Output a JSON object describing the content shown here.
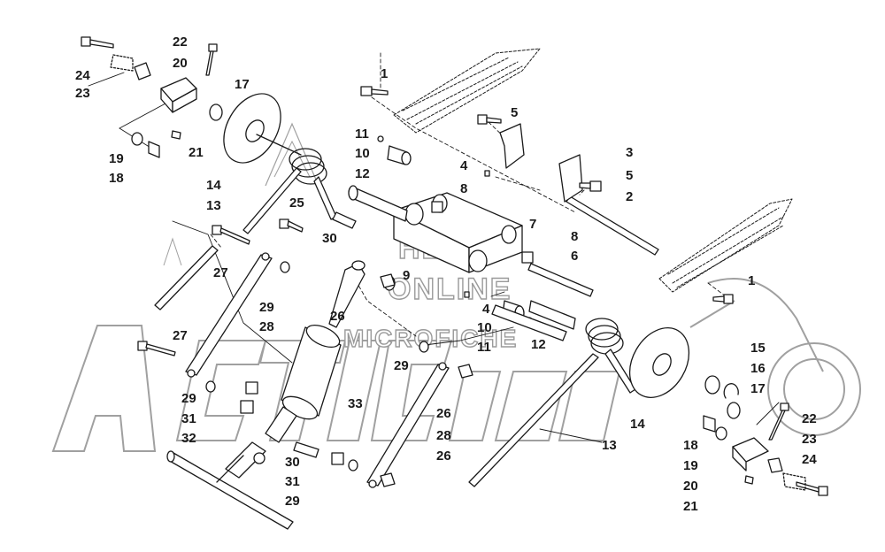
{
  "watermark": {
    "brand_logo": "ArcticCat",
    "line1": "HLSM",
    "line2": "ONLINE",
    "line3": "MICROFICHE"
  },
  "callouts": {
    "c1a": "1",
    "c1b": "1",
    "c2": "2",
    "c3": "3",
    "c4a": "4",
    "c4b": "4",
    "c5a": "5",
    "c5b": "5",
    "c6": "6",
    "c7": "7",
    "c8a": "8",
    "c8b": "8",
    "c9": "9",
    "c10a": "10",
    "c10b": "10",
    "c11a": "11",
    "c11b": "11",
    "c12a": "12",
    "c12b": "12",
    "c13a": "13",
    "c13b": "13",
    "c14a": "14",
    "c14b": "14",
    "c15": "15",
    "c16": "16",
    "c17a": "17",
    "c17b": "17",
    "c18a": "18",
    "c18b": "18",
    "c19a": "19",
    "c19b": "19",
    "c20a": "20",
    "c20b": "20",
    "c21a": "21",
    "c21b": "21",
    "c22a": "22",
    "c22b": "22",
    "c23a": "23",
    "c23b": "23",
    "c24a": "24",
    "c24b": "24",
    "c25": "25",
    "c26a": "26",
    "c26b": "26",
    "c26c": "26",
    "c27a": "27",
    "c27b": "27",
    "c28a": "28",
    "c28b": "28",
    "c29a": "29",
    "c29b": "29",
    "c29c": "29",
    "c29d": "29",
    "c30a": "30",
    "c30b": "30",
    "c31a": "31",
    "c31b": "31",
    "c32": "32",
    "c33": "33"
  },
  "colors": {
    "line": "#1a1a1a",
    "watermark_stroke": "#9a9a9a",
    "background": "#ffffff"
  }
}
